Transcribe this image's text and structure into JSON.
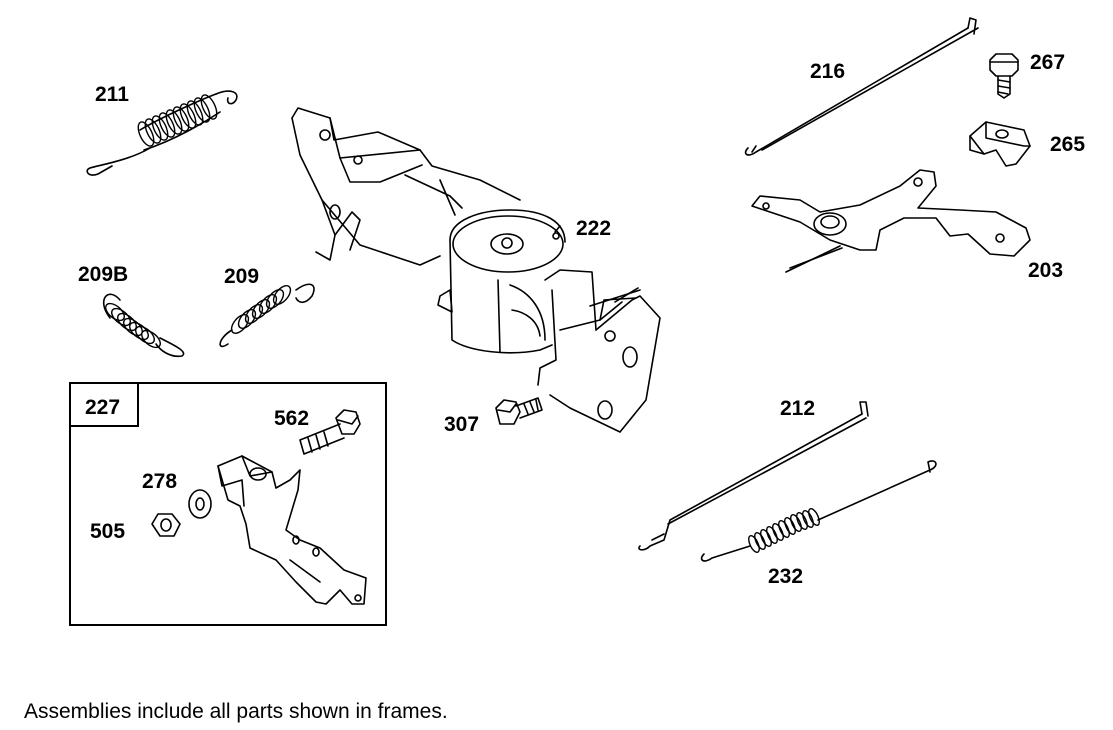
{
  "labels": {
    "p211": "211",
    "p216": "216",
    "p267": "267",
    "p265": "265",
    "p222": "222",
    "p203": "203",
    "p209b": "209B",
    "p209": "209",
    "p227": "227",
    "p562": "562",
    "p278": "278",
    "p505": "505",
    "p307": "307",
    "p212": "212",
    "p232": "232"
  },
  "footnote": "Assemblies include all parts shown in frames."
}
